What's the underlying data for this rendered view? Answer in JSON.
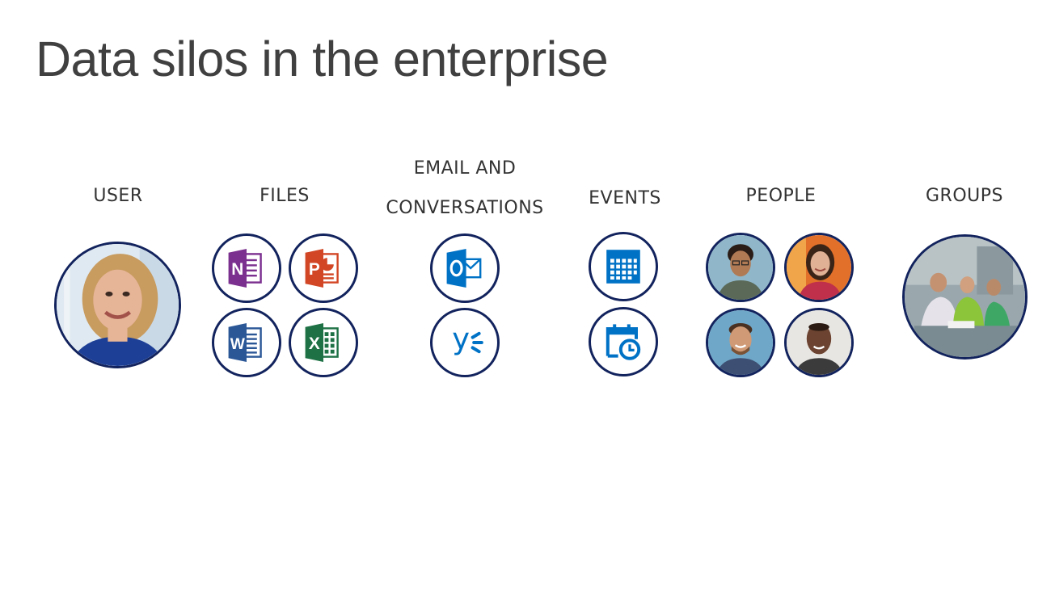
{
  "slide": {
    "title": "Data silos in the enterprise"
  },
  "categories": {
    "user": "USER",
    "files": "FILES",
    "email_line1": "EMAIL AND",
    "email_line2": "CONVERSATIONS",
    "events": "EVENTS",
    "people": "PEOPLE",
    "groups": "GROUPS"
  },
  "icons": {
    "onenote": {
      "name": "onenote-icon",
      "letter": "N",
      "color": "#7b2f8f"
    },
    "powerpoint": {
      "name": "powerpoint-icon",
      "letter": "P",
      "color": "#d24625"
    },
    "word": {
      "name": "word-icon",
      "letter": "W",
      "color": "#2b5797"
    },
    "excel": {
      "name": "excel-icon",
      "letter": "X",
      "color": "#1e7145"
    },
    "outlook": {
      "name": "outlook-icon",
      "letter": "O",
      "color": "#0072c6"
    },
    "yammer": {
      "name": "yammer-icon",
      "letter": "y",
      "color": "#0072c6"
    },
    "calendar": {
      "name": "calendar-icon",
      "color": "#0072c6"
    },
    "event": {
      "name": "calendar-clock-icon",
      "color": "#0072c6"
    }
  },
  "colors": {
    "circle_border": "#12235d",
    "title_text": "#404040",
    "label_text": "#333333"
  }
}
